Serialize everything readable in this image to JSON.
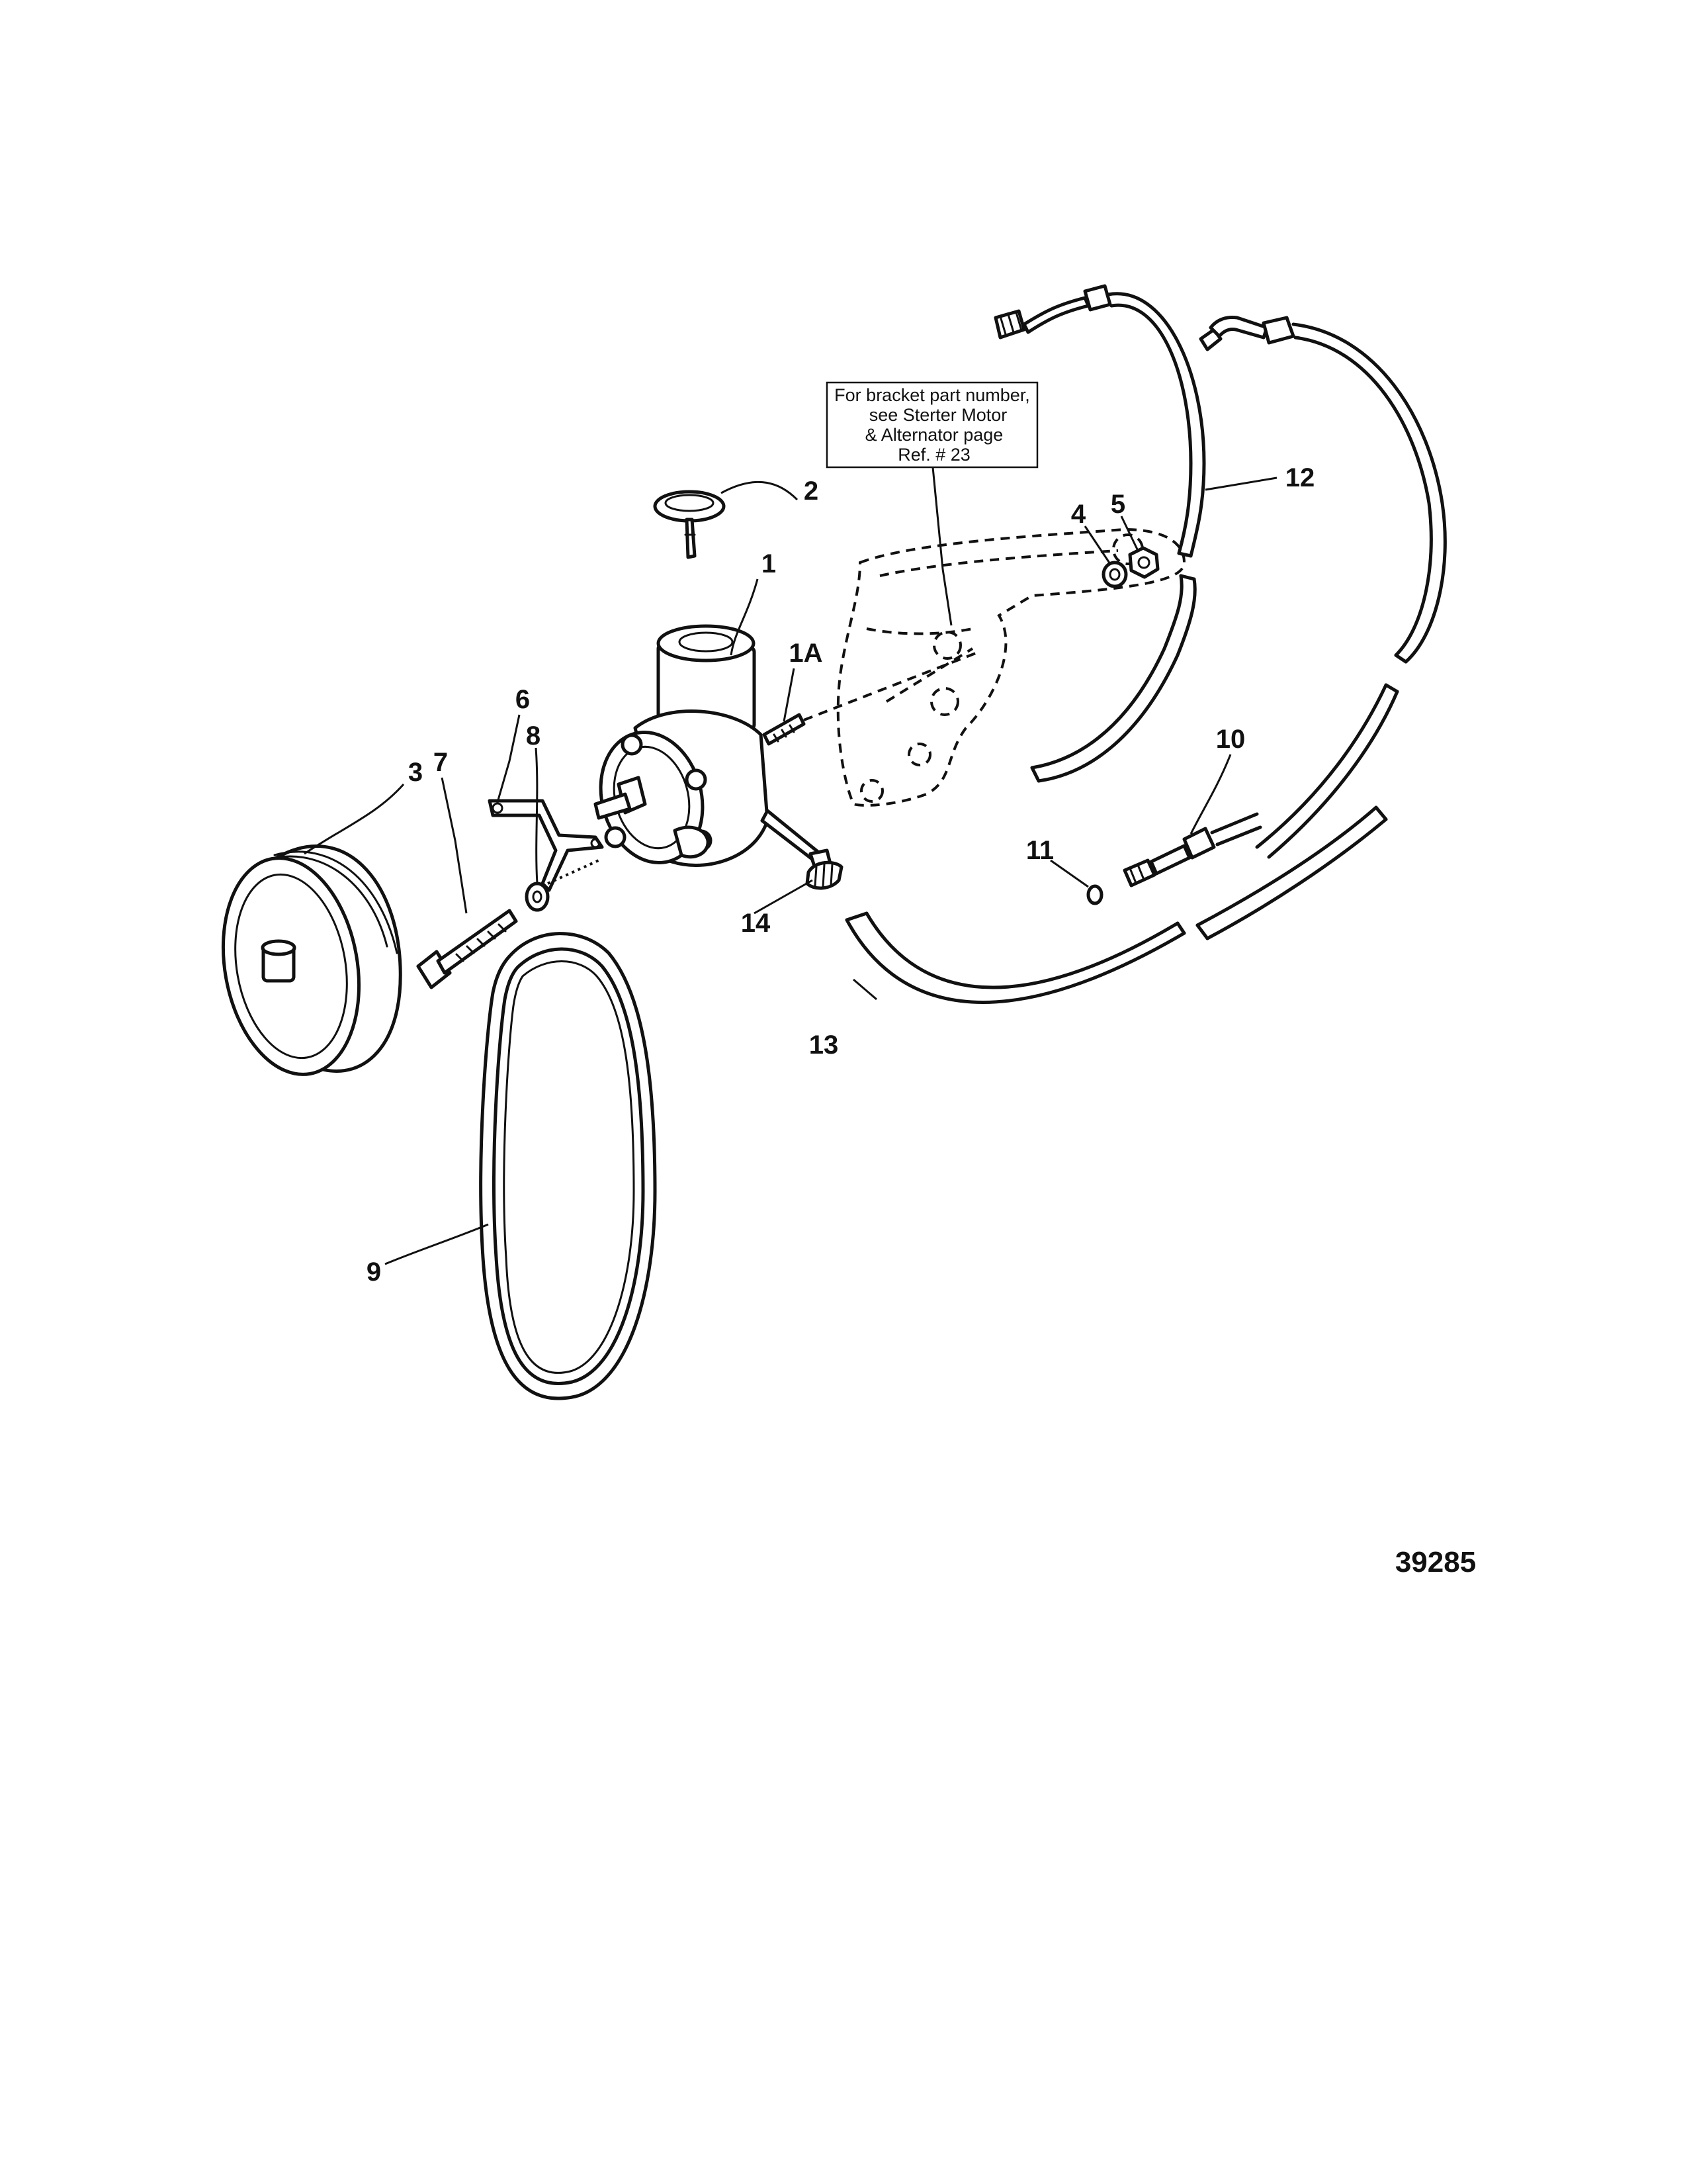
{
  "callouts": {
    "c1": "1",
    "c1a": "1A",
    "c2": "2",
    "c3": "3",
    "c4": "4",
    "c5": "5",
    "c6": "6",
    "c7": "7",
    "c8": "8",
    "c9": "9",
    "c10": "10",
    "c11": "11",
    "c12": "12",
    "c13": "13",
    "c14": "14"
  },
  "note": {
    "line1": "For bracket part number,",
    "line2": "see Sterter Motor",
    "line3": "& Alternator page",
    "line4": "Ref. # 23"
  },
  "figure_number": "39285"
}
